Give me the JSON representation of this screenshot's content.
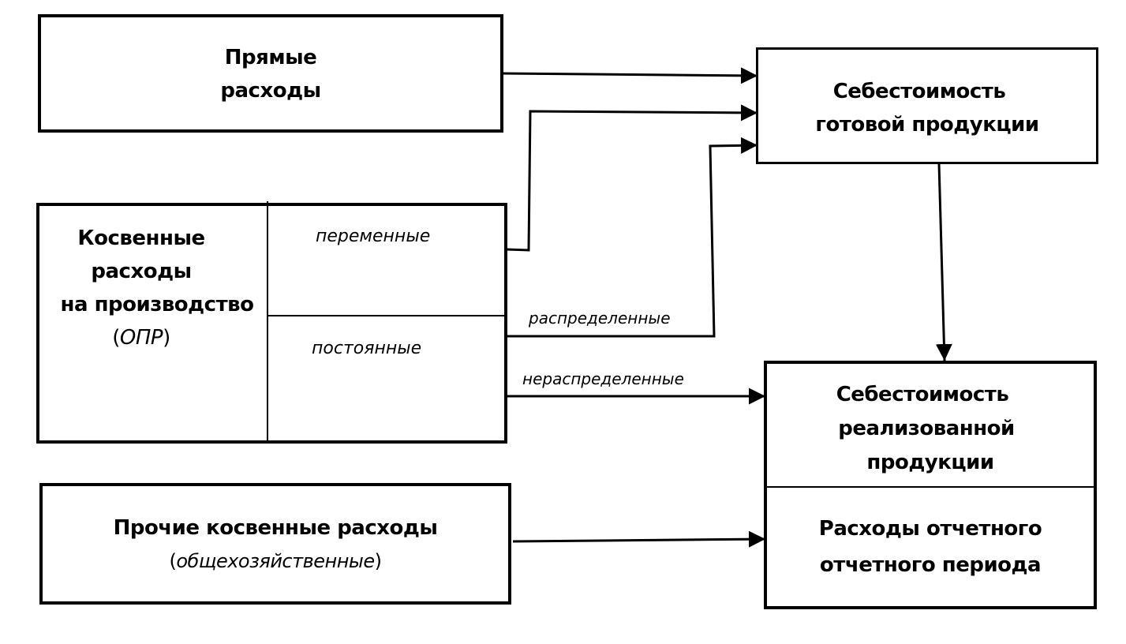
{
  "diagram": {
    "direct_costs": {
      "line1": "Прямые",
      "line2": "расходы"
    },
    "finished_goods_cost": {
      "line1": "Себестоимость",
      "line2": "готовой продукции"
    },
    "overhead": {
      "line1": "Косвенные",
      "line2": "расходы",
      "line3": "на производство",
      "abbr_open": "(",
      "abbr": "ОПР",
      "abbr_close": ")",
      "variable": "переменные",
      "fixed": "постоянные"
    },
    "edge_labels": {
      "allocated": "распределенные",
      "unallocated": "нераспределенные"
    },
    "cost_of_sales": {
      "line1": "Себестоимость",
      "line2": "реализованной",
      "line3": "продукции",
      "period_line1": "Расходы отчетного",
      "period_line2": "отчетного периода"
    },
    "other_indirect": {
      "line1": "Прочие косвенные расходы",
      "sub_open": "(",
      "sub": "общехозяйственные",
      "sub_close": ")"
    }
  }
}
